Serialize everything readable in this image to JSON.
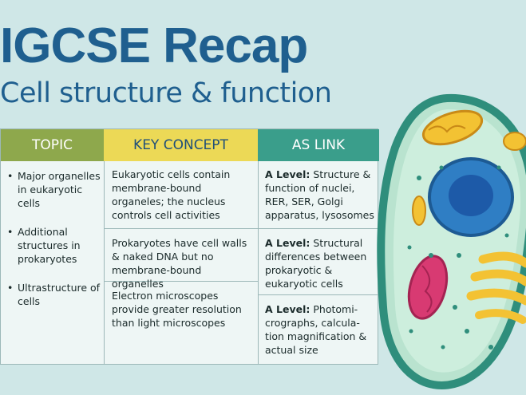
{
  "title": "IGCSE Recap",
  "subtitle": "Cell structure & function",
  "table": {
    "headers": [
      "TOPIC",
      "KEY CONCEPT",
      "AS LINK"
    ],
    "topics": [
      "Major organelles in eukaryotic cells",
      "Additional structures in prokaryotes",
      "Ultrastructure of cells"
    ],
    "key_concepts": [
      "Eukaryotic cells contain membrane-bound organeles; the nucleus controls cell activities",
      "Prokaryotes have cell walls & naked DNA but no membrane-bound organelles",
      "Electron microscopes provide greater resolution than light microscopes"
    ],
    "as_links": [
      {
        "lead": "A Level:",
        "text": "Structure & function of nuclei, RER, SER, Golgi apparatus, lysosomes"
      },
      {
        "lead": "A Level:",
        "text": "Structural differences between prokaryotic & eukaryotic cells"
      },
      {
        "lead": "A Level:",
        "text": "Photomi-crographs, calcula-tion magnification & actual size"
      }
    ]
  },
  "colors": {
    "title": "#1f5f8f",
    "topic_header": "#8ea84c",
    "key_concept_header": "#ecd956",
    "as_link_header": "#3a9e8b",
    "background": "#cfe7e7"
  },
  "illustration": "animal-cell-illustration"
}
